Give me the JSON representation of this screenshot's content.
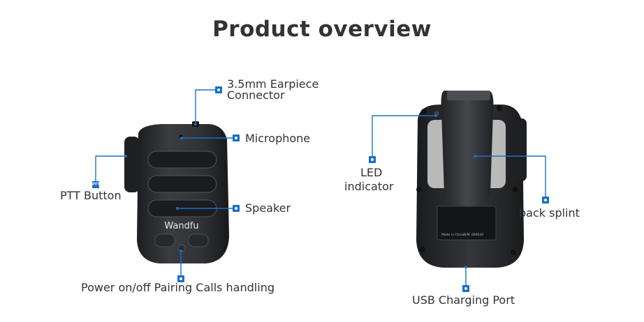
{
  "title": "Product overview",
  "labels": {
    "earpiece_line1": "3.5mm Earpiece",
    "earpiece_line2": "Connector",
    "microphone": "Microphone",
    "ptt_button": "PTT Button",
    "speaker": "Speaker",
    "power": "Power on/off Pairing Calls handling",
    "led_line1": "LED",
    "led_line2": "indicator",
    "back_splint": "back splint",
    "usb": "USB Charging Port"
  },
  "device": {
    "brand": "Wandfu",
    "ptt_tag": "PTT",
    "back_sticker_line1": "Made in China",
    "back_sticker_line2": "B/N: 000020"
  },
  "colors": {
    "accent": "#1a6fc8",
    "body": "#2b2d30",
    "text": "#333333"
  }
}
